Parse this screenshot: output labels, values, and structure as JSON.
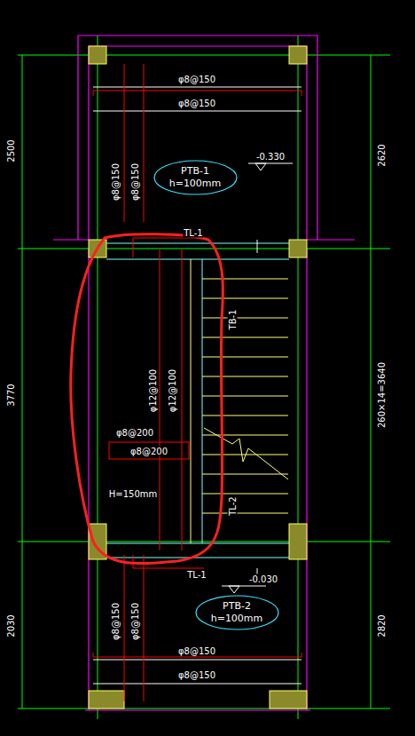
{
  "diagram": {
    "nodes": [
      {
        "text": [
          "PTB-1",
          "h=100mm"
        ]
      },
      {
        "text": [
          "PTB-2",
          "h=100mm"
        ]
      }
    ],
    "labels": [
      "2500",
      "3770",
      "2030",
      "2620",
      "260×14=3640",
      "2820",
      "φ8@150",
      "φ8@150",
      "φ8@150",
      "φ8@150",
      "-0.330",
      "TL-1",
      "TB-1",
      "φ12@100",
      "φ12@100",
      "φ8@200",
      "φ8@200",
      "H=150mm",
      "TL-2",
      "TL-1",
      "-0.030",
      "φ8@150",
      "φ8@150",
      "φ8@150",
      "φ8@150"
    ]
  }
}
